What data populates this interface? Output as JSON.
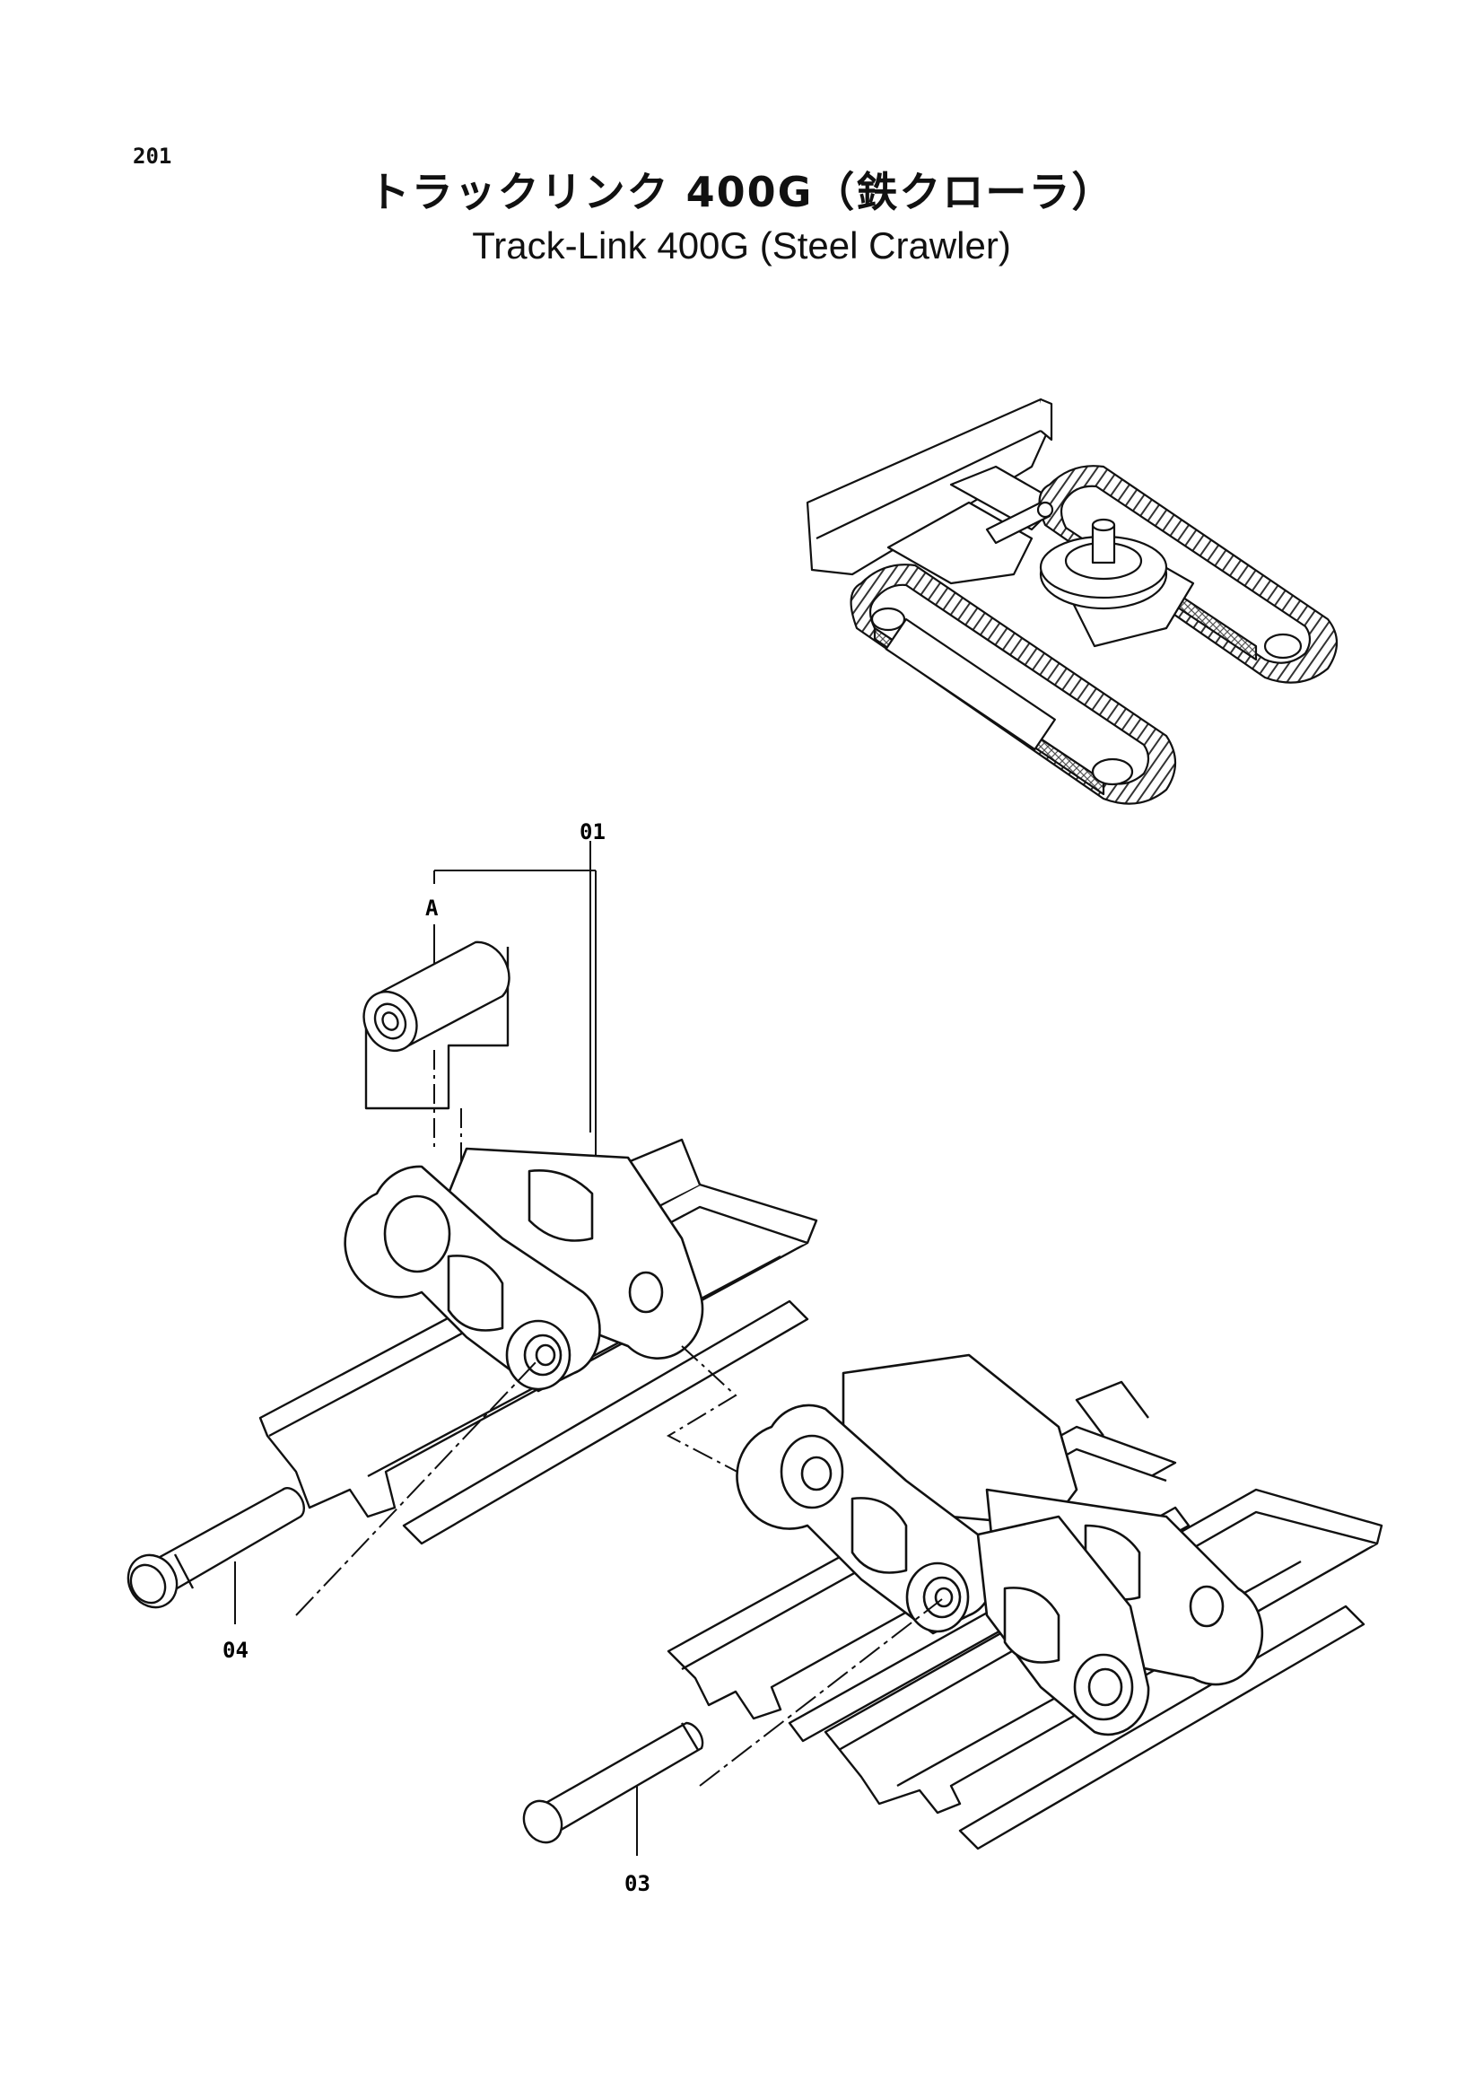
{
  "page_number": "201",
  "title_ja": "トラックリンク 400G（鉄クローラ）",
  "title_en": "Track-Link 400G (Steel Crawler)",
  "callouts": {
    "assembly": "01",
    "view": "A",
    "pin_master": "04",
    "pin": "03"
  },
  "colors": {
    "ink": "#111111",
    "paper": "#ffffff",
    "hatch": "#444444"
  }
}
